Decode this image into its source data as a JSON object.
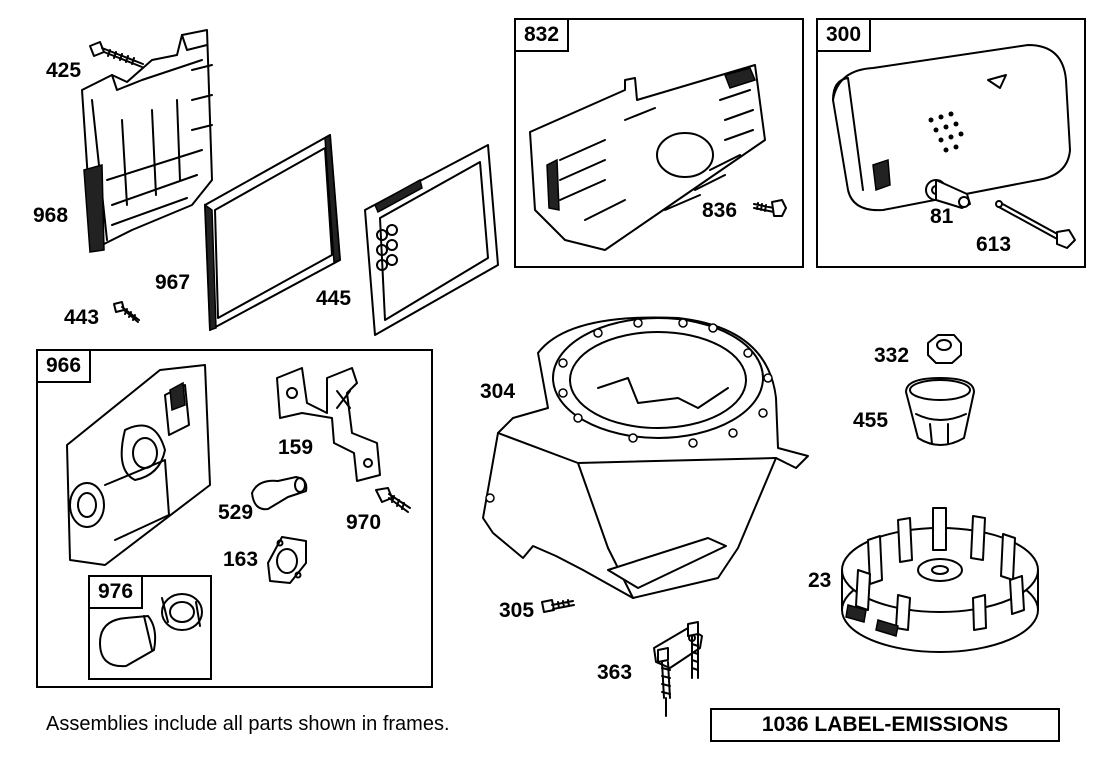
{
  "frames": {
    "f832": "832",
    "f300": "300",
    "f966": "966",
    "f976": "976"
  },
  "callouts": {
    "c425": "425",
    "c968": "968",
    "c967": "967",
    "c445": "445",
    "c443": "443",
    "c836": "836",
    "c81": "81",
    "c613": "613",
    "c159": "159",
    "c529": "529",
    "c970": "970",
    "c163": "163",
    "c304": "304",
    "c332": "332",
    "c455": "455",
    "c305": "305",
    "c23": "23",
    "c363": "363"
  },
  "footer": {
    "note": "Assemblies include all parts shown in frames.",
    "label": "1036 LABEL-EMISSIONS"
  }
}
